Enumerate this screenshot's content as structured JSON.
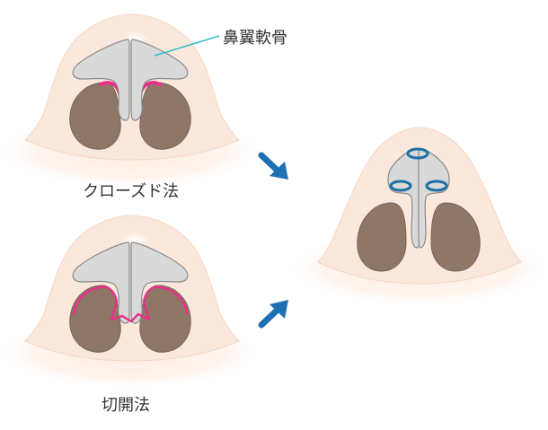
{
  "labels": {
    "cartilage": "鼻翼軟骨",
    "closed": "クローズド法",
    "open": "切開法"
  },
  "colors": {
    "skin": "#fbe8dc",
    "skin_edge": "#f6d6c4",
    "halo": "#fff7f1",
    "cartilage": "#d9d9d9",
    "cartilage_edge": "#8a8a8a",
    "nostril": "#8f7767",
    "nostril_dark": "#7a6354",
    "incision": "#e8308a",
    "suture": "#1d6fa5",
    "arrow": "#1f6fb5",
    "leader_line": "#35bcc7"
  }
}
